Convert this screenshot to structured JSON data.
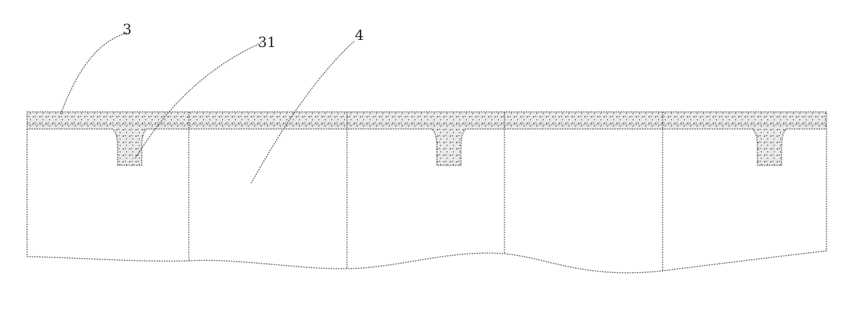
{
  "figure": {
    "reference_labels": {
      "layer": "3",
      "plug": "31",
      "cell": "4"
    },
    "colors": {
      "line": "#555555",
      "hatch_fill": "#e9e9e9",
      "speckle": "#333333",
      "background": "#ffffff"
    }
  }
}
